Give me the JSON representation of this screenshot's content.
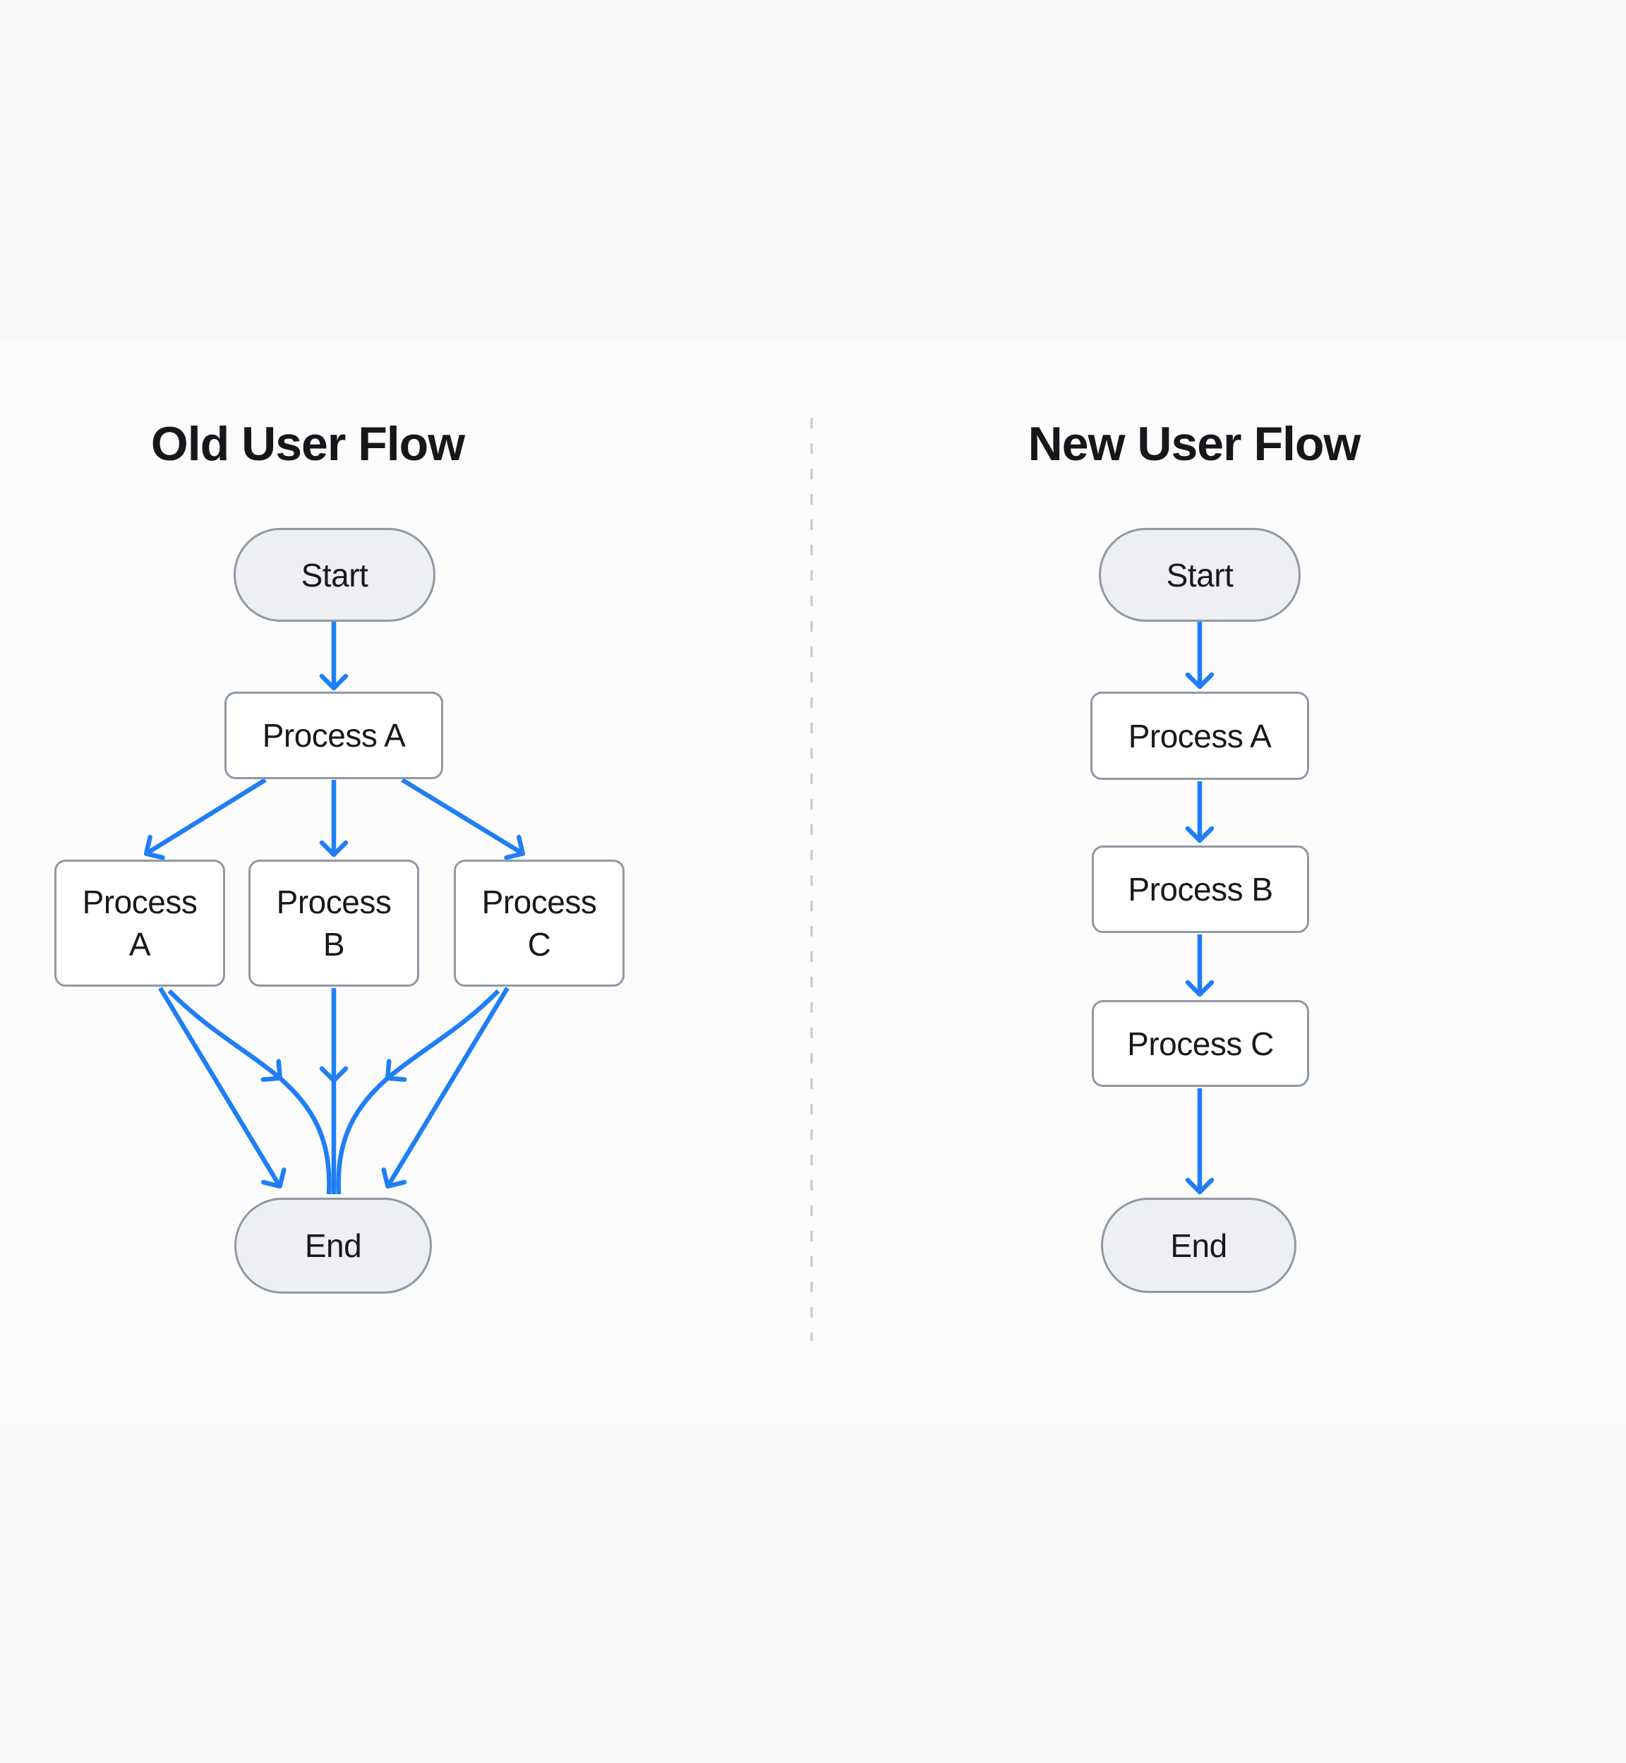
{
  "colors": {
    "edge_blue": "#1f7ef5",
    "node_border": "#8f99a3",
    "pill_fill": "#edeff2",
    "box_fill": "#ffffff",
    "label_text": "#17191c",
    "title_text": "#15171a",
    "divider_gray": "#c7cdd7",
    "outer_band": "#f7f7f8",
    "inner_canvas": "#fcfcfd"
  },
  "old_flow": {
    "title": "Old User Flow",
    "nodes": {
      "start": "Start",
      "process_top": "Process A",
      "branch_a": "Process A",
      "branch_b": "Process B",
      "branch_c": "Process C",
      "end": "End"
    }
  },
  "new_flow": {
    "title": "New User Flow",
    "nodes": {
      "start": "Start",
      "step_a": "Process A",
      "step_b": "Process B",
      "step_c": "Process C",
      "end": "End"
    }
  }
}
